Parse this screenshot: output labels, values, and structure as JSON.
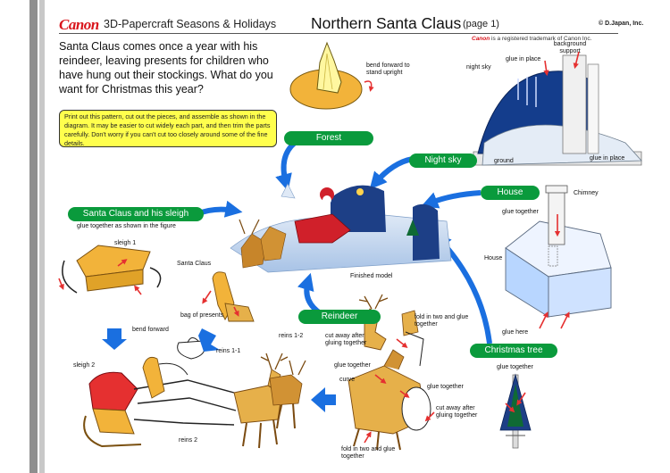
{
  "header": {
    "brand": "Canon",
    "subtitle": "3D-Papercraft  Seasons & Holidays",
    "title": "Northern Santa Claus",
    "page": "(page 1)",
    "copyright": "© D.Japan, Inc.",
    "trademark_brand": "Canon",
    "trademark_text": " is a registered trademark of Canon Inc."
  },
  "intro": "Santa Claus comes once a year with his reindeer, leaving presents for children who have hung out their stockings.  What do you want for Christmas this year?",
  "instructions": "Print out this pattern, cut out the pieces, and assemble as shown in the diagram.  It may be easier to cut widely each part, and then trim the parts carefully.  Don't worry if you can't cut too closely around some of the fine details.",
  "sections": {
    "forest": "Forest",
    "night_sky": "Night sky",
    "house": "House",
    "santa_sleigh": "Santa Claus and his sleigh",
    "reindeer": "Reindeer",
    "christmas_tree": "Christmas tree"
  },
  "labels": {
    "bend_forward_upright": "bend forward to stand upright",
    "glue_in_place": "glue in place",
    "background_support": "background support",
    "night_sky": "night sky",
    "ground": "ground",
    "glue_in_place_2": "glue in place",
    "chimney": "Chimney",
    "glue_together": "glue together",
    "house": "House",
    "glue_here": "glue here",
    "glue_together_figure": "glue together as shown in the figure",
    "sleigh1": "sleigh 1",
    "santa_claus": "Santa Claus",
    "finished_model": "Finished model",
    "bag_of_presents": "bag of presents",
    "bend_forward": "bend forward",
    "reins_1_2": "reins 1-2",
    "reins_1_1": "reins 1-1",
    "sleigh2": "sleigh 2",
    "reins_2": "reins 2",
    "fold_in_two_top": "fold in two and glue together",
    "cut_away_after_1": "cut away after gluing together",
    "glue_together_r1": "glue together",
    "curve": "curve",
    "glue_together_r2": "glue together",
    "cut_away_after_2": "cut away after gluing together",
    "fold_in_two_bottom": "fold in two and glue together",
    "glue_together_tree": "glue together"
  },
  "colors": {
    "stripe_dark": "#8e8e8e",
    "stripe_light": "#c8c8c8",
    "pill_green": "#0a9a3c",
    "arrow_blue": "#1a6fe0",
    "glue_red": "#e53030",
    "note_yellow": "#ffff4d",
    "brand_red": "#d9141b",
    "reindeer_tan": "#e6b04a",
    "sleigh_orange": "#f2b33a",
    "sky_navy": "#143d8c"
  }
}
